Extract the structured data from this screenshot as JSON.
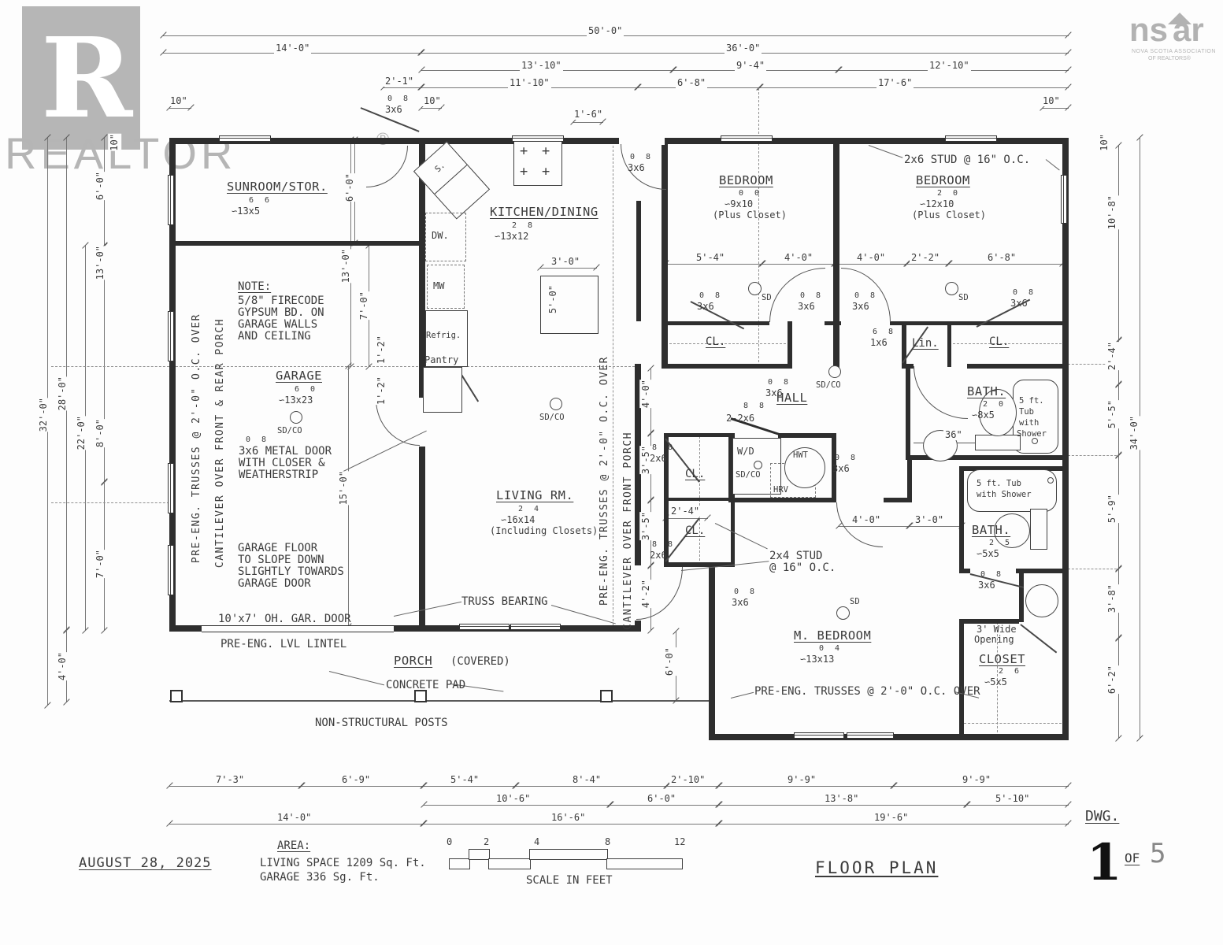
{
  "watermarks": {
    "logo_letter": "R",
    "realtor": "REALTOR",
    "reg": "®",
    "nsar_left": "ns",
    "nsar_right": "ar",
    "nsar_sub1": "NOVA SCOTIA ASSOCIATION",
    "nsar_sub2": "OF REALTORS®"
  },
  "rooms": {
    "sunroom": {
      "title": "SUNROOM/STOR.",
      "sup": "6 6",
      "size": "∽13x5"
    },
    "kitchen": {
      "title": "KITCHEN/DINING",
      "sup": "2 8",
      "size": "∽13x12"
    },
    "bed1": {
      "title": "BEDROOM",
      "sup": "0 0",
      "size": "∽9x10",
      "note": "(Plus Closet)"
    },
    "bed2": {
      "title": "BEDROOM",
      "sup": "2 0",
      "size": "∽12x10",
      "note": "(Plus Closet)"
    },
    "garage": {
      "title": "GARAGE",
      "sup": "6 0",
      "size": "∽13x23"
    },
    "living": {
      "title": "LIVING RM.",
      "sup": "2 4",
      "size": "∽16x14",
      "note": "(Including Closets)"
    },
    "hall": {
      "title": "HALL"
    },
    "bath1": {
      "title": "BATH.",
      "sup": "2 0",
      "size": "∽8x5"
    },
    "bath2": {
      "title": "BATH.",
      "sup": "2 5",
      "size": "∽5x5"
    },
    "mbed": {
      "title": "M. BEDROOM",
      "sup": "0 4",
      "size": "∽13x13"
    },
    "mcloset": {
      "title": "CLOSET",
      "sup": "2 6",
      "size": "∽5x5"
    },
    "porch": {
      "title": "PORCH",
      "note": "(COVERED)"
    }
  },
  "fixtures": {
    "sink": "S.",
    "dw": "DW.",
    "mw": "MW",
    "fridge": "Refrig.",
    "pantry": "Pantry",
    "wd": "W/D",
    "hwt": "HWT",
    "hrv": "HRV",
    "lin": "Lin.",
    "cl": "CL.",
    "tub1a": "5 ft.",
    "tub1b": "Tub",
    "tub1c": "with",
    "tub1d": "Shower",
    "tub2a": "5 ft. Tub",
    "tub2b": "with Shower"
  },
  "symbols": {
    "sd": "SD",
    "sdco": "SD/CO",
    "plus": "+"
  },
  "doors": {
    "s3x6": "0 8",
    "d3x6": "3x6",
    "s1x6": "6 8",
    "d1x6": "1x6",
    "s2x6": "8 8",
    "d2x6": "2x6",
    "s22x6": "8 8",
    "d22x6": "2-2x6"
  },
  "notes": {
    "note_t": "NOTE:",
    "note1": "5/8\" FIRECODE",
    "note2": "GYPSUM BD. ON",
    "note3": "GARAGE WALLS",
    "note4": "AND CEILING",
    "stud26": "2x6 STUD @ 16\" O.C.",
    "stud24a": "2x4 STUD",
    "stud24b": "@ 16\" O.C.",
    "metal_sup": "0 8",
    "metal1": "3x6 METAL DOOR",
    "metal2": "WITH CLOSER &",
    "metal3": "WEATHERSTRIP",
    "slope1": "GARAGE FLOOR",
    "slope2": "TO SLOPE DOWN",
    "slope3": "SLIGHTLY TOWARDS",
    "slope4": "GARAGE DOOR",
    "gardoor": "10'x7' OH. GAR. DOOR",
    "lintel": "PRE-ENG. LVL LINTEL",
    "truss_bear": "TRUSS BEARING",
    "vtruss": "PRE-ENG. TRUSSES @ 2'-0\" O.C. OVER",
    "vcant1": "CANTILEVER OVER FRONT & REAR PORCH",
    "vcant2": "CANTILEVER OVER FRONT PORCH",
    "htruss": "PRE-ENG. TRUSSES @ 2'-0\" O.C. OVER",
    "posts": "NON-STRUCTURAL POSTS",
    "pad": "CONCRETE PAD",
    "wide1": "3' Wide",
    "wide2": "Opening",
    "d36": "36\""
  },
  "dims": {
    "d10": "10\"",
    "d50": "50'-0\"",
    "d14": "14'-0\"",
    "d36ft": "36'-0\"",
    "d13_10": "13'-10\"",
    "d9_4": "9'-4\"",
    "d12_10": "12'-10\"",
    "d2_1": "2'-1\"",
    "d11_10": "11'-10\"",
    "d6_8": "6'-8\"",
    "d17_6": "17'-6\"",
    "d1_6": "1'-6\"",
    "d3_0": "3'-0\"",
    "d5_0": "5'-0\"",
    "d5_4": "5'-4\"",
    "d4_0": "4'-0\"",
    "d2_2": "2'-2\"",
    "d13_0": "13'-0\"",
    "d7_0": "7'-0\"",
    "d1_2": "1'-2\"",
    "d15_0": "15'-0\"",
    "d6_0": "6'-0\"",
    "d32_0": "32'-0\"",
    "d28_0": "28'-0\"",
    "d22_0": "22'-0\"",
    "d8_0": "8'-0\"",
    "d10_8": "10'-8\"",
    "d2_4": "2'-4\"",
    "d5_5": "5'-5\"",
    "d34_0": "34'-0\"",
    "d5_9": "5'-9\"",
    "d3_8": "3'-8\"",
    "d6_2": "6'-2\"",
    "d3_5": "3'-5\"",
    "d4_2": "4'-2\"",
    "d7_3": "7'-3\"",
    "d6_9": "6'-9\"",
    "d8_4": "8'-4\"",
    "d2_10": "2'-10\"",
    "d9_9": "9'-9\"",
    "d10_6": "10'-6\"",
    "d13_8": "13'-8\"",
    "d5_10": "5'-10\"",
    "d16_6": "16'-6\"",
    "d19_6": "19'-6\""
  },
  "titleblock": {
    "date": "AUGUST 28, 2025",
    "area_title": "AREA:",
    "area_line1": "LIVING SPACE 1209 Sq. Ft.",
    "area_line2": "GARAGE 336 Sg. Ft.",
    "title": "FLOOR PLAN",
    "dwg": "DWG.",
    "sheet_no": "1",
    "of": "OF",
    "total": "5"
  },
  "scalebar": {
    "ticks": [
      "0",
      "2",
      "4",
      "8",
      "12"
    ],
    "caption": "SCALE IN FEET"
  }
}
